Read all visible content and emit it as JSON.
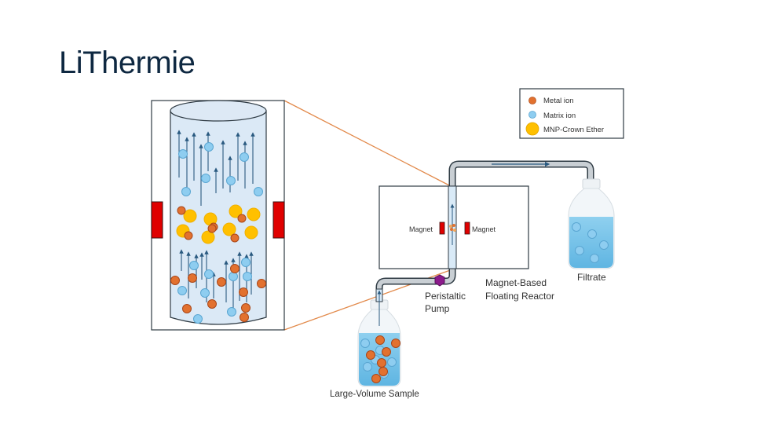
{
  "slide": {
    "title": "LiThermie"
  },
  "legend": {
    "items": [
      {
        "label": "Metal ion",
        "color": "#e2712f",
        "type": "metal"
      },
      {
        "label": "Matrix ion",
        "color": "#8ecdf0",
        "type": "matrix"
      },
      {
        "label": "MNP-Crown Ether",
        "color": "#ffc000",
        "type": "mnp"
      }
    ]
  },
  "labels": {
    "magnet_left": "Magnet",
    "magnet_right": "Magnet",
    "pump_line1": "Peristaltic",
    "pump_line2": "Pump",
    "reactor_line1": "Magnet-Based",
    "reactor_line2": "Floating Reactor",
    "filtrate": "Filtrate",
    "sample": "Large-Volume Sample"
  },
  "colors": {
    "metal_ion": "#e2712f",
    "matrix_ion": "#8ecdf0",
    "mnp": "#ffc000",
    "magnet": "#e00000",
    "pump": "#8b1a8b",
    "zoom_lines": "#e2894a",
    "flow_arrow": "#2a5a80",
    "liquid": "#7cc6ea"
  }
}
